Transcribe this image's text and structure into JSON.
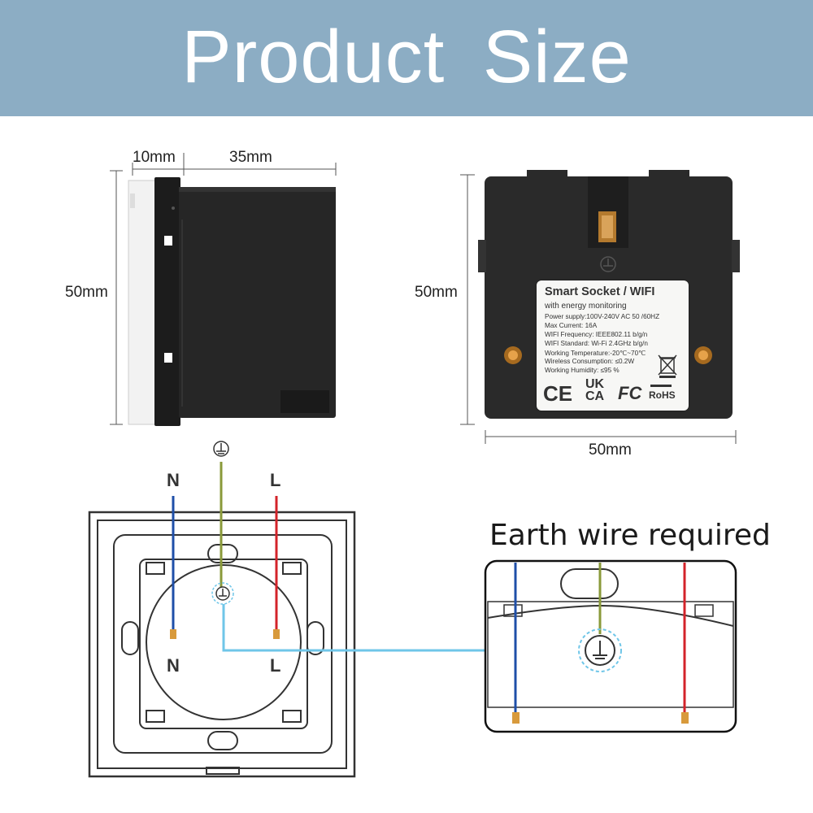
{
  "banner": {
    "title": "Product  Size",
    "background": "#8cadc4"
  },
  "side_view": {
    "depth_front": "10mm",
    "depth_body": "35mm",
    "height": "50mm"
  },
  "back_view": {
    "height": "50mm",
    "width": "50mm",
    "label": {
      "title": "Smart Socket / WIFI",
      "subtitle": "with energy  monitoring",
      "specs": [
        "Power supply:100V-240V AC  50 /60HZ",
        "Max Current: 16A",
        "WIFI Frequency: IEEE802.11 b/g/n",
        "WIFI Standard: Wi-Fi 2.4GHz b/g/n",
        "Working Temperature:-20℃~70℃",
        "Wireless Consumption: ≤0.2W",
        "Working Humidity: ≤95 %"
      ],
      "cert_ce": "CE",
      "cert_ukca_top": "UK",
      "cert_ukca_bottom": "CA",
      "cert_fc": "FC",
      "cert_rohs": "RoHS"
    }
  },
  "wiring": {
    "neutral_top": "N",
    "live_top": "L",
    "neutral_terminal": "N",
    "live_terminal": "L",
    "note": "Earth wire required",
    "colors": {
      "neutral": "#1f4fa8",
      "live": "#d3232a",
      "earth": "#8a9a3a",
      "callout": "#6fc6e8"
    }
  }
}
